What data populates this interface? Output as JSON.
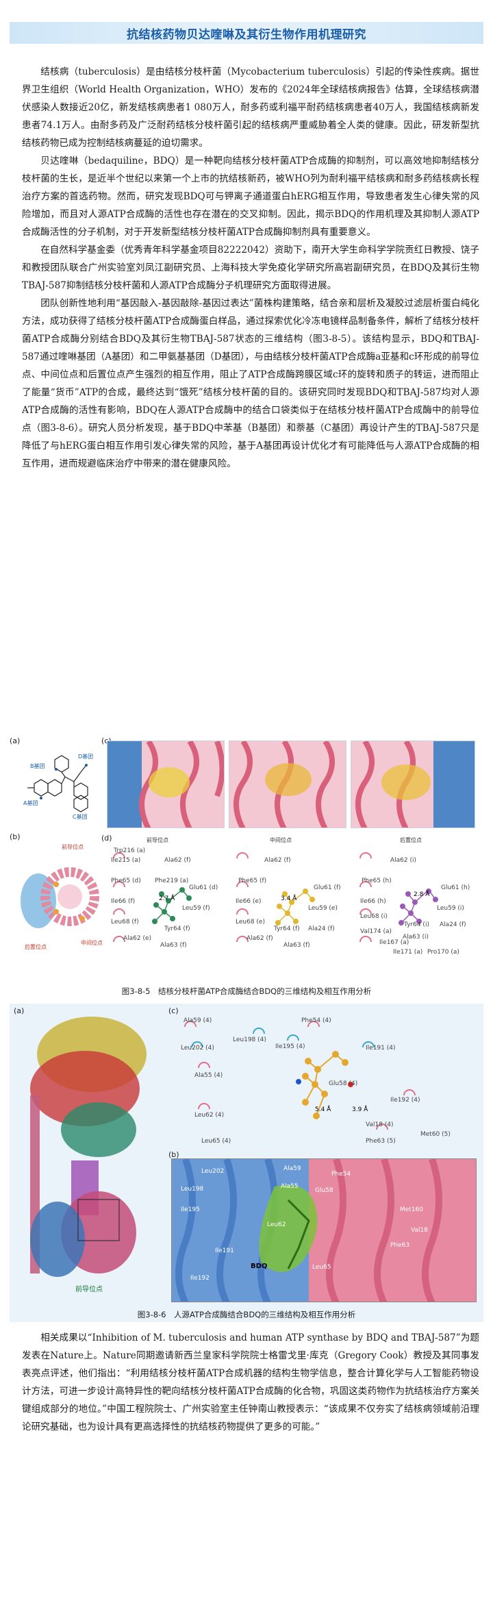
{
  "title": "抗结核药物贝达喹啉及其衍生物作用机理研究",
  "paragraphs_top": [
    "结核病（tuberculosis）是由结核分枝杆菌（Mycobacterium tuberculosis）引起的传染性疾病。据世界卫生组织（World Health Organization，WHO）发布的《2024年全球结核病报告》估算，全球结核病潜伏感染人数接近20亿，新发结核病患者1 080万人，耐多药或利福平耐药结核病患者40万人，我国结核病新发患者74.1万人。由耐多药及广泛耐药结核分枝杆菌引起的结核病严重威胁着全人类的健康。因此，研发新型抗结核药物已成为控制结核病蔓延的迫切需求。",
    "贝达喹啉（bedaquiline，BDQ）是一种靶向结核分枝杆菌ATP合成酶的抑制剂，可以高效地抑制结核分枝杆菌的生长，是近半个世纪以来第一个上市的抗结核新药，被WHO列为耐利福平结核病和耐多药结核病长程治疗方案的首选药物。然而，研究发现BDQ可与钾离子通道蛋白hERG相互作用，导致患者发生心律失常的风险增加，而且对人源ATP合成酶的活性也存在潜在的交叉抑制。因此，揭示BDQ的作用机理及其抑制人源ATP合成酶活性的分子机制，对于开发新型结核分枝杆菌ATP合成酶抑制剂具有重要意义。",
    "在自然科学基金委（优秀青年科学基金项目82222042）资助下，南开大学生命科学学院贡红日教授、饶子和教授团队联合广州实验室刘凤江副研究员、上海科技大学免疫化学研究所高岩副研究员，在BDQ及其衍生物TBAJ-587抑制结核分枝杆菌和人源ATP合成酶分子机理研究方面取得进展。",
    "团队创新性地利用“基因敲入-基因敲除-基因过表达”菌株构建策略，结合亲和层析及凝胶过滤层析蛋白纯化方法，成功获得了结核分枝杆菌ATP合成酶蛋白样品，通过探索优化冷冻电镜样品制备条件，解析了结核分枝杆菌ATP合成酶分别结合BDQ及其衍生物TBAJ-587状态的三维结构（图3-8-5）。该结构显示，BDQ和TBAJ-587通过喹啉基团（A基团）和二甲氨基基团（D基团），与由结核分枝杆菌ATP合成酶a亚基和c环形成的前导位点、中间位点和后置位点产生强烈的相互作用，阻止了ATP合成酶跨膜区域c环的旋转和质子的转运，进而阻止了能量“货币”ATP的合成，最终达到“饿死”结核分枝杆菌的目的。该研究同时发现BDQ和TBAJ-587均对人源ATP合成酶的活性有影响，BDQ在人源ATP合成酶中的结合口袋类似于在结核分枝杆菌ATP合成酶中的前导位点（图3-8-6）。研究人员分析发现，基于BDQ中苯基（B基团）和萘基（C基团）再设计产生的TBAJ-587只是降低了与hERG蛋白相互作用引发心律失常的风险，基于A基团再设计优化才有可能降低与人源ATP合成酶的相互作用，进而规避临床治疗中带来的潜在健康风险。"
  ],
  "figure5": {
    "caption": "图3-8-5　结核分枝杆菌ATP合成酶结合BDQ的三维结构及相互作用分析",
    "panel_labels": [
      "(a)",
      "(b)",
      "(c)",
      "(d)"
    ],
    "group_labels": [
      "B基团",
      "D基团",
      "A基团",
      "C基团"
    ],
    "site_labels": [
      "前导位点",
      "中间位点",
      "后置位点"
    ],
    "panel_b_labels": [
      "前导位点",
      "后置位点",
      "中间位点"
    ],
    "residues_leading": [
      "Trp216 (a)",
      "Ile215 (a)",
      "Ala62 (f)",
      "Phe65 (d)",
      "Phe219 (a)",
      "Glu61 (d)",
      "Ile66 (f)",
      "Leu59 (f)",
      "Leu68 (f)",
      "Tyr64 (f)",
      "Ala62 (e)",
      "Ala63 (f)"
    ],
    "residues_middle": [
      "Ala62 (f)",
      "Phe65 (f)",
      "Glu61 (f)",
      "Ile66 (e)",
      "Leu59 (e)",
      "Leu68 (e)",
      "Tyr64 (f)",
      "Ala24 (f)",
      "Ala62 (f)",
      "Ala63 (f)"
    ],
    "residues_rear": [
      "Ala62 (i)",
      "Phe65 (h)",
      "Glu61 (h)",
      "Ile66 (h)",
      "Leu59 (i)",
      "Leu68 (i)",
      "Tyr64 (i)",
      "Ala24 (f)",
      "Val174 (a)",
      "Ile167 (a)",
      "Ile171 (a)",
      "Pro170 (a)",
      "Ala63 (i)"
    ],
    "distances": [
      "2.7 Å",
      "3.4 Å",
      "2.8 Å"
    ]
  },
  "figure6": {
    "caption": "图3-8-6　人源ATP合成酶结合BDQ的三维结构及相互作用分析",
    "panel_labels": [
      "(a)",
      "(b)",
      "(c)"
    ],
    "site_label": "前导位点",
    "ligand_label": "BDQ",
    "residues_c": [
      "Ala59 (4)",
      "Phe54 (4)",
      "Leu202 (4)",
      "Leu198 (4)",
      "Ile195 (4)",
      "Ile191 (4)",
      "Ala55 (4)",
      "Glu58 (4)",
      "Ile192 (4)",
      "Leu62 (4)",
      "Val18 (4)",
      "Met60 (5)",
      "Leu65 (4)",
      "Phe63 (5)"
    ],
    "distances": [
      "5.4 Å",
      "3.9 Å"
    ],
    "residues_b": [
      "Leu202",
      "Ala59",
      "Phe54",
      "Leu198",
      "Ala55",
      "Glu58",
      "Ile195",
      "Met160",
      "Leu62",
      "Val18",
      "Ile191",
      "Phe63",
      "Ile192",
      "Leu65"
    ]
  },
  "paragraphs_bottom": [
    "相关成果以“Inhibition of M. tuberculosis and human ATP synthase by BDQ and TBAJ-587”为题发表在Nature上。Nature同期邀请新西兰皇家科学院院士格雷戈里·库克（Gregory Cook）教授及其同事发表亮点评述，他们指出：“利用结核分枝杆菌ATP合成机器的结构生物学信息，整合计算化学与人工智能药物设计方法，可进一步设计高特异性的靶向结核分枝杆菌ATP合成酶的化合物，巩固这类药物作为抗结核治疗方案关键组成部分的地位。”中国工程院院士、广州实验室主任钟南山教授表示：“该成果不仅夯实了结核病领域前沿理论研究基础，也为设计具有更高选择性的抗结核药物提供了更多的可能。”"
  ],
  "colors": {
    "title_text": "#1a5da8",
    "banner": "#d7ebf8",
    "fig6_bg": "#eaf3fa",
    "accent_pink": "#e0708a",
    "accent_blue": "#5b8fd6"
  }
}
